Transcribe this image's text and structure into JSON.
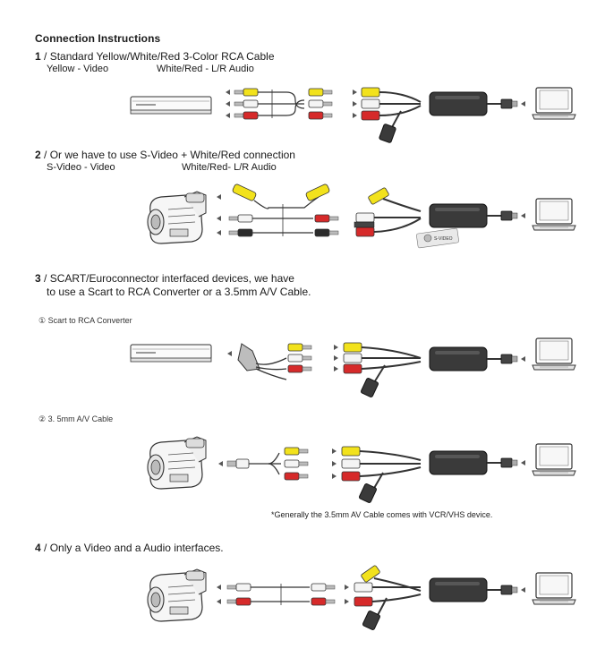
{
  "title": "Connection Instructions",
  "sections": [
    {
      "num": "1",
      "heading": " / Standard Yellow/White/Red 3-Color RCA Cable",
      "sub_left": "Yellow - Video",
      "sub_right": "White/Red - L/R Audio"
    },
    {
      "num": "2",
      "heading": " / Or we have to use  S-Video + White/Red connection",
      "sub_left": "S-Video - Video",
      "sub_right": "White/Red- L/R Audio",
      "svideo_tag": "S-VIDEO"
    },
    {
      "num": "3",
      "heading_line1": " / SCART/Euroconnector interfaced devices, we have",
      "heading_line2": "to use a Scart to RCA Converter or a 3.5mm A/V Cable.",
      "option1": "① Scart to RCA Converter",
      "option2": "② 3. 5mm  A/V Cable",
      "note": "*Generally the 3.5mm AV Cable comes with VCR/VHS device."
    },
    {
      "num": "4",
      "heading": " / Only a Video and a Audio interfaces."
    }
  ],
  "colors": {
    "yellow": "#f2e21c",
    "white": "#f4f4f4",
    "red": "#d62a2a",
    "black": "#2b2b2b",
    "stroke": "#333333"
  }
}
